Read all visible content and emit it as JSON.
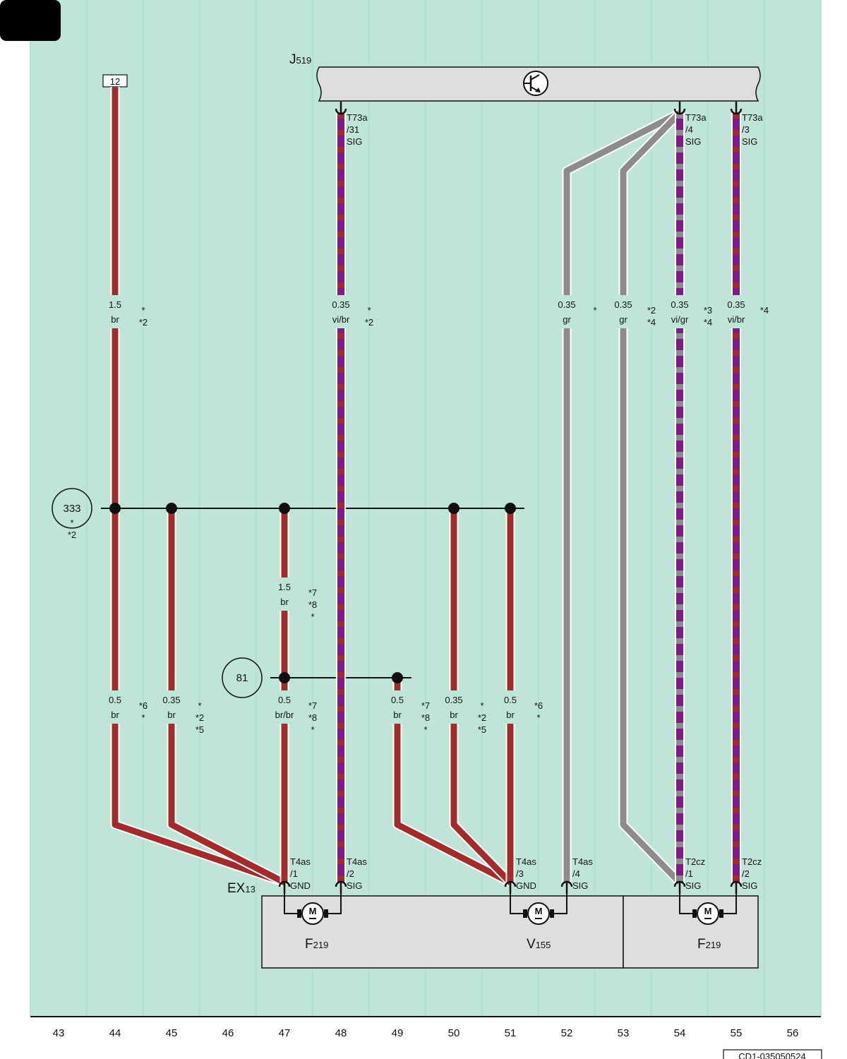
{
  "colors": {
    "background": "#bfe5d9",
    "brown": "#a52a2a",
    "violet": "#7d1a8c",
    "grey": "#8c8c8c",
    "component": "#dedede"
  },
  "control_unit": {
    "prefix": "J",
    "sub": "519",
    "icon": "transistor-icon"
  },
  "wires": [
    {
      "id": "w44",
      "size": "1.5",
      "color": "br",
      "notes": [
        "*",
        "*2"
      ]
    },
    {
      "id": "w48",
      "size": "0.35",
      "color": "vi/br",
      "notes": [
        "*",
        "*2"
      ]
    },
    {
      "id": "w52",
      "size": "0.35",
      "color": "gr",
      "notes": [
        "*"
      ]
    },
    {
      "id": "w53",
      "size": "0.35",
      "color": "gr",
      "notes": [
        "*2",
        "*4"
      ]
    },
    {
      "id": "w54",
      "size": "0.35",
      "color": "vi/gr",
      "notes": [
        "*3",
        "*4"
      ]
    },
    {
      "id": "w55",
      "size": "0.35",
      "color": "vi/br",
      "notes": [
        "*4"
      ]
    },
    {
      "id": "w47u",
      "size": "1.5",
      "color": "br",
      "notes": [
        "*7",
        "*8",
        "*"
      ]
    },
    {
      "id": "w44l",
      "size": "0.5",
      "color": "br",
      "notes": [
        "*6",
        "*"
      ]
    },
    {
      "id": "w45",
      "size": "0.35",
      "color": "br",
      "notes": [
        "*",
        "*2",
        "*5"
      ]
    },
    {
      "id": "w47l",
      "size": "0.5",
      "color": "br/br",
      "notes": [
        "*7",
        "*8",
        "*"
      ]
    },
    {
      "id": "w49",
      "size": "0.5",
      "color": "br",
      "notes": [
        "*7",
        "*8",
        "*"
      ]
    },
    {
      "id": "w50",
      "size": "0.35",
      "color": "br",
      "notes": [
        "*",
        "*2",
        "*5"
      ]
    },
    {
      "id": "w51",
      "size": "0.5",
      "color": "br",
      "notes": [
        "*6",
        "*"
      ]
    }
  ],
  "connectors": {
    "top_left": [
      "T73a",
      "/31",
      "SIG"
    ],
    "top_mid": [
      "T73a",
      "/4",
      "SIG"
    ],
    "top_right": [
      "T73a",
      "/3",
      "SIG"
    ],
    "b1": [
      "T4as",
      "/1",
      "GND"
    ],
    "b2": [
      "T4as",
      "/2",
      "SIG"
    ],
    "b3": [
      "T4as",
      "/3",
      "GND"
    ],
    "b4": [
      "T4as",
      "/4",
      "SIG"
    ],
    "b5": [
      "T2cz",
      "/1",
      "SIG"
    ],
    "b6": [
      "T2cz",
      "/2",
      "SIG"
    ]
  },
  "fuse_box": "12",
  "ground_points": [
    {
      "id": "333",
      "notes": [
        "*",
        "*2"
      ]
    },
    {
      "id": "81",
      "notes": []
    }
  ],
  "ex": {
    "prefix": "EX",
    "sub": "13"
  },
  "motor_label": "M",
  "components": [
    {
      "prefix": "F",
      "sub": "219"
    },
    {
      "prefix": "V",
      "sub": "155"
    },
    {
      "prefix": "F",
      "sub": "219"
    }
  ],
  "columns": [
    "43",
    "44",
    "45",
    "46",
    "47",
    "48",
    "49",
    "50",
    "51",
    "52",
    "53",
    "54",
    "55",
    "56"
  ],
  "doc_code": "CD1-035050524"
}
